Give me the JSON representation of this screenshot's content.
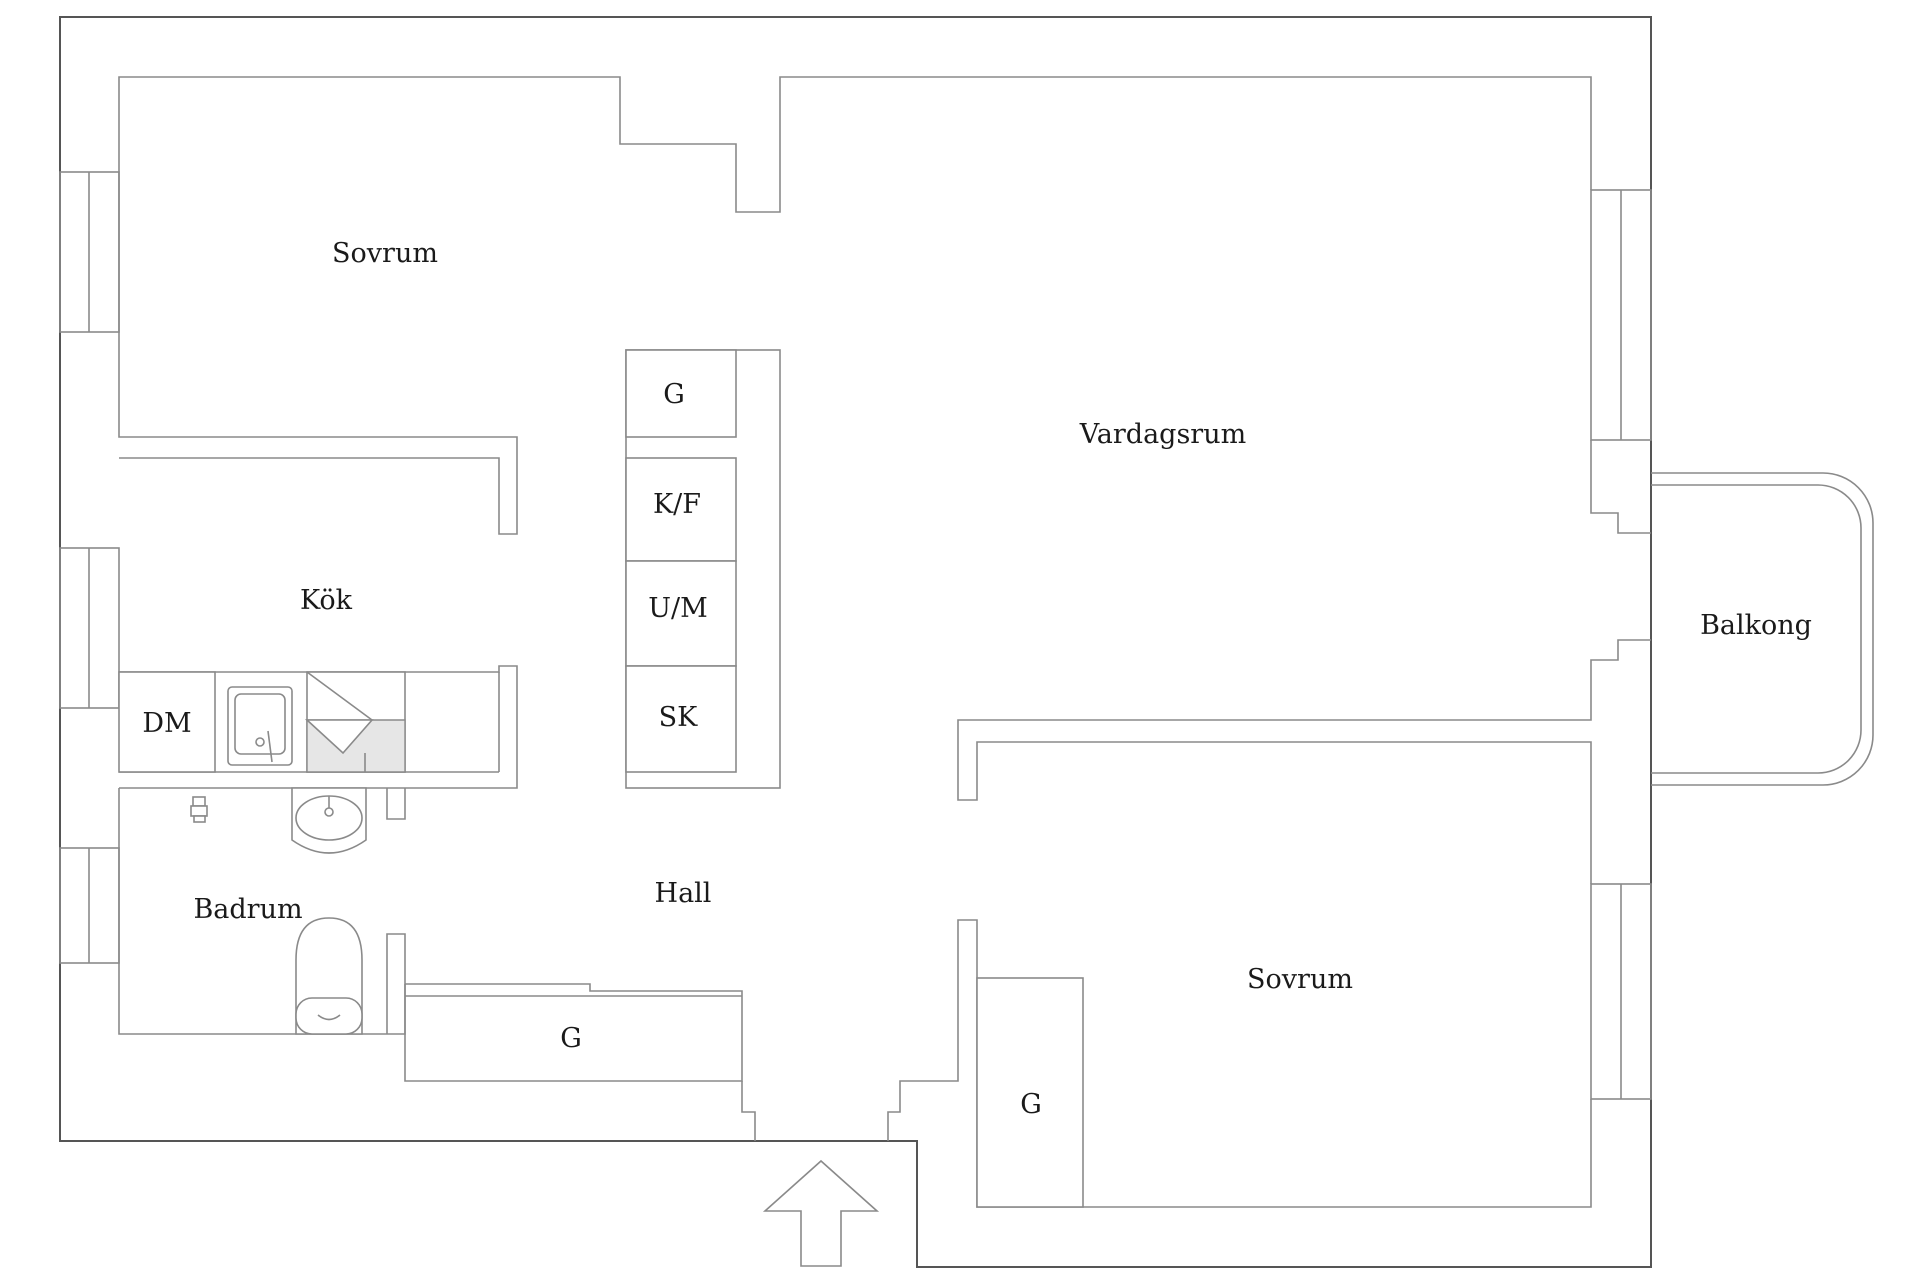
{
  "rooms": {
    "bedroom_top": "Sovrum",
    "living_room": "Vardagsrum",
    "kitchen": "Kök",
    "balcony": "Balkong",
    "dishwasher": "DM",
    "bathroom": "Badrum",
    "hall": "Hall",
    "bedroom_bottom": "Sovrum"
  },
  "storage": {
    "wardrobe_top": "G",
    "fridge_freezer": "K/F",
    "oven_microwave": "U/M",
    "cabinet": "SK",
    "wardrobe_hall": "G",
    "wardrobe_bedroom": "G"
  },
  "icons": {
    "entrance": "arrow-up-icon",
    "sink": "kitchen-sink-icon",
    "stove": "stove-icon",
    "washbasin": "washbasin-icon",
    "toilet": "toilet-icon",
    "tap": "tap-icon"
  },
  "colors": {
    "wall": "#8a8a8a",
    "outer_wall": "#555555",
    "text": "#1a1a1a",
    "background": "#ffffff"
  }
}
